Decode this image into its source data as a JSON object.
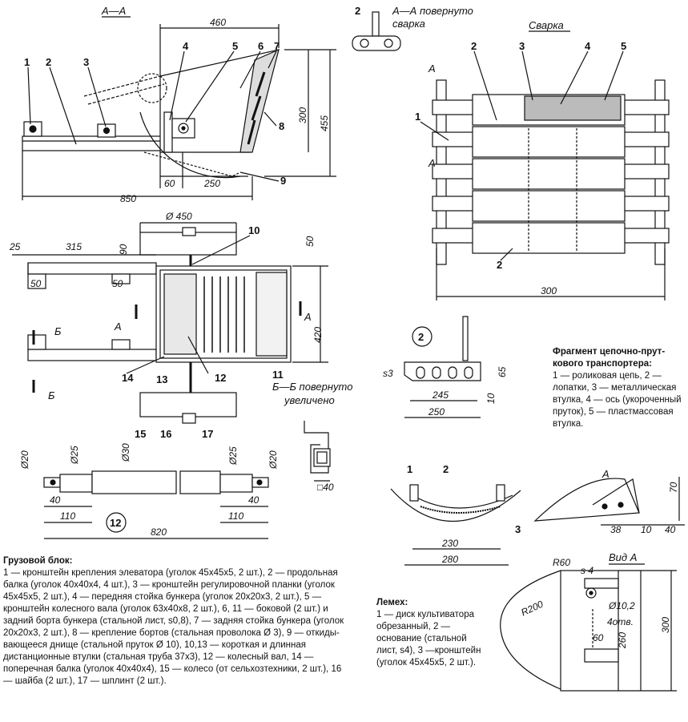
{
  "views": {
    "section_aa": "А—А",
    "section_aa_rotated": "А—А повернуто",
    "welding": "сварка",
    "welding2": "Сварка",
    "section_bb": "Б—Б повернуто",
    "enlarged": "увеличено",
    "view_a": "Вид А"
  },
  "dims": {
    "d460": "460",
    "d300": "300",
    "d455": "455",
    "d850": "850",
    "d60": "60",
    "d250": "250",
    "d450": "Ø 450",
    "d25": "25",
    "d315": "315",
    "d90": "90",
    "d50a": "50",
    "d50b": "50",
    "d50c": "50",
    "d420": "420",
    "d300b": "300",
    "s3": "s3",
    "d65": "65",
    "d245": "245",
    "d250b": "250",
    "d10": "10",
    "d40sq": "□40",
    "d20a": "Ø20",
    "d25a": "Ø25",
    "d30": "Ø30",
    "d25b": "Ø25",
    "d20b": "Ø20",
    "d40a": "40",
    "d110a": "110",
    "d820": "820",
    "d110b": "110",
    "d40b": "40",
    "d230": "230",
    "d280": "280",
    "d70": "70",
    "d38": "38",
    "d10b": "10",
    "d40c": "40",
    "r60": "R60",
    "s4": "s 4",
    "r200": "R200",
    "d102": "Ø10,2",
    "holes": "4отв.",
    "d300c": "300",
    "d260": "260",
    "d60b": "60"
  },
  "callouts": {
    "aa": [
      "1",
      "2",
      "3",
      "4",
      "5",
      "6",
      "7",
      "8",
      "9"
    ],
    "plan": [
      "10",
      "11",
      "12",
      "13",
      "14",
      "15",
      "16",
      "17"
    ],
    "chain": [
      "2",
      "2",
      "3",
      "4",
      "5",
      "1",
      "2"
    ],
    "lemeh": [
      "1",
      "2",
      "3"
    ],
    "circled_2": "2",
    "circled_12": "12",
    "arrow_a": "А",
    "arrow_b": "Б"
  },
  "legend_chain": {
    "title": "Фрагмент цепочно-прут­кового транспортера:",
    "body": "1 — роликовая цепь, 2 — лопатки, 3 — металличес­кая втулка, 4 — ось (уко­роченный пруток), 5 — пластмассовая втулка."
  },
  "legend_cargo": {
    "title": "Грузовой блок:",
    "body": "1 — кронштейн крепления элеватора (уголок 45х45х5, 2 шт.), 2 — продольная балка (уголок 40х40х4, 4 шт.), 3 — кронштейн регулиро­вочной планки (уголок 45х45х5, 2 шт.), 4 — передняя стойка бунке­ра (уголок 20х20х3, 2 шт.), 5 — кронштейн колесного вала (уголок 63х40х8, 2 шт.), 6, 11 — боковой (2 шт.) и задний борта бункера (стальной лист, s0,8), 7 — задняя стойка бункера (уголок 20х20х3, 2 шт.), 8 — крепление бортов (стальная проволока Ø 3), 9 — откиды­вающееся днище (стальной пруток Ø 10), 10,13 — короткая и длин­ная дистанционные втулки (стальная труба 37х3), 12 — колесный вал, 14 — поперечная балка (уголок 40х40х4), 15 — колесо (от сель­хозтехники, 2 шт.), 16 — шайба (2 шт.), 17 — шплинт (2 шт.)."
  },
  "legend_lemeh": {
    "title": "Лемех:",
    "body": "1 — диск культивато­ра обрезанный, 2 — основание (стальной лист, s4), 3 —крон­штейн (уголок 45х45х5, 2 шт.)."
  }
}
